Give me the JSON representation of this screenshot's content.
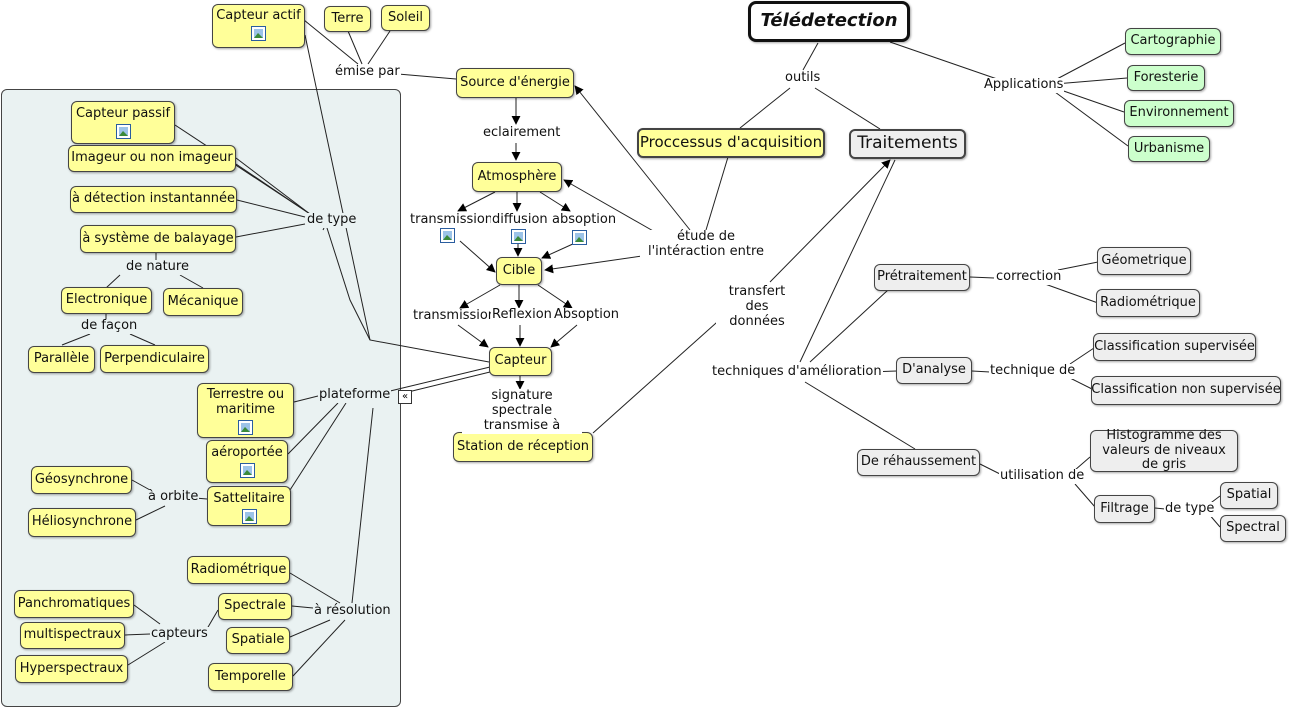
{
  "title": "Télédetection",
  "nodes": {
    "source_energie": "Source d'énergie",
    "atmosphere": "Atmosphère",
    "cible": "Cible",
    "capteur": "Capteur",
    "station": "Station de réception",
    "capteur_actif": "Capteur actif",
    "terre": "Terre",
    "soleil": "Soleil",
    "processus": "Proccessus d'acquisition",
    "traitements": "Traitements",
    "cartographie": "Cartographie",
    "foresterie": "Foresterie",
    "environnement": "Environnement",
    "urbanisme": "Urbanisme",
    "capteur_passif": "Capteur passif",
    "imageur": "Imageur ou non imageur",
    "detection": "à détection instantannée",
    "balayage": "à système de balayage",
    "electronique": "Electronique",
    "mecanique": "Mécanique",
    "parallele": "Parallèle",
    "perpendiculaire": "Perpendiculaire",
    "terrestre": "Terrestre ou maritime",
    "aeroportee": "aéroportée",
    "sattelitaire": "Sattelitaire",
    "geosynchrone": "Géosynchrone",
    "heliosynchrone": "Héliosynchrone",
    "radiometrique_res": "Radiométrique",
    "spectrale": "Spectrale",
    "spatiale": "Spatiale",
    "temporelle": "Temporelle",
    "panchromatiques": "Panchromatiques",
    "multispectraux": "multispectraux",
    "hyperspectraux": "Hyperspectraux",
    "pretraitement": "Prétraitement",
    "geometrique": "Géometrique",
    "radiometrique_corr": "Radiométrique",
    "analyse": "D'analyse",
    "class_sup": "Classification supervisée",
    "class_nonsup": "Classification non supervisée",
    "rehaussement": "De réhaussement",
    "histogramme": "Histogramme des valeurs de niveaux de gris",
    "filtrage": "Filtrage",
    "spatial": "Spatial",
    "spectral": "Spectral"
  },
  "links": {
    "emise_par": "émise par",
    "eclairement": "eclairement",
    "transmission1": "transmission",
    "diffusion": "diffusion",
    "absoption1": "absoption",
    "etude": "étude de l'intéraction entre",
    "transmission2": "transmission",
    "reflexion": "Reflexion",
    "absoption2": "Absoption",
    "signature": "signature spectrale transmise à",
    "transfert": "transfert des données",
    "outils": "outils",
    "applications": "Applications",
    "de_type1": "de type",
    "de_nature": "de nature",
    "de_facon": "de façon",
    "plateforme": "plateforme",
    "a_orbite": "à orbite",
    "a_resolution": "à résolution",
    "capteurs": "capteurs",
    "techniques": "techniques d'amélioration",
    "correction": "correction",
    "technique_de": "technique de",
    "utilisation_de": "utilisation de",
    "de_type2": "de type"
  },
  "icons": {
    "image": "image-icon",
    "expand": "expand-arrows-icon"
  },
  "colors": {
    "yellow_node": "#ffff99",
    "green_node": "#ccffcc",
    "gray_node": "#eeeeee",
    "panel": "#eaf2f2"
  }
}
